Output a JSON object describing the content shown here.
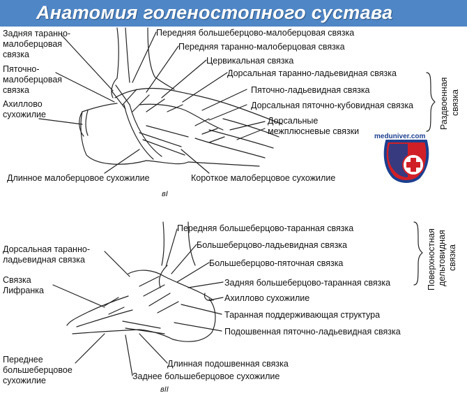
{
  "title": "Анатомия голеностопного сустава",
  "logo_text": "meduniver.com",
  "top": {
    "sublabel": "вI",
    "left_labels": [
      "Задняя таранно-",
      "малоберцовая",
      "связка",
      "Пяточно-",
      "малоберцовая",
      "связка",
      "Ахиллово",
      "сухожилие"
    ],
    "right_labels": [
      "Передняя большеберцово-малоберцовая связка",
      "Передняя таранно-малоберцовая связка",
      "Цервикальная связка",
      "Дорсальная таранно-ладьевидная связка",
      "Пяточно-ладьевидная связка",
      "Дорсальная пяточно-кубовидная связка",
      "Дорсальные",
      "межплюсневые связки"
    ],
    "bottom_labels": [
      "Длинное малоберцовое сухожилие",
      "Короткое малоберцовое сухожилие"
    ],
    "bracket_label": [
      "Раздвоенная",
      "связка"
    ]
  },
  "bottom": {
    "sublabel": "вII",
    "left_labels": [
      "Дорсальная таранно-",
      "ладьевидная связка",
      "Связка",
      "Лифранка",
      "Переднее",
      "большеберцовое",
      "сухожилие"
    ],
    "right_labels": [
      "Передняя большеберцово-таранная связка",
      "Большеберцово-ладьевидная связка",
      "Большеберцово-пяточная связка",
      "Задняя большеберцово-таранная связка",
      "Ахиллово сухожилие",
      "Таранная поддерживающая структура",
      "Подошвенная пяточно-ладьевидная связка"
    ],
    "bottom_labels": [
      "Длинная подошвенная связка",
      "Заднее большеберцовое сухожилие"
    ],
    "bracket_label": [
      "Поверхностная",
      "дельтовидная",
      "связка"
    ]
  }
}
